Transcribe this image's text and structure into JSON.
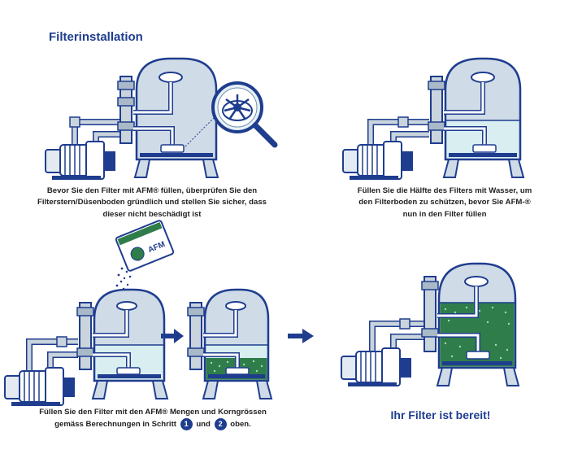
{
  "title": "Filterinstallation",
  "steps": [
    {
      "lines": [
        "Bevor Sie den Filter mit AFM® füllen, überprüfen Sie den",
        "Filterstern/Düsenboden gründlich und stellen Sie sicher, dass",
        "dieser nicht beschädigt ist"
      ]
    },
    {
      "lines": [
        "Füllen Sie die Hälfte des Filters mit Wasser, um",
        "den Filterboden zu schützen, bevor Sie AFM-®",
        "nun in den Filter füllen"
      ]
    },
    {
      "line1": "Füllen Sie den Filter mit den AFM® Mengen und Korngrössen",
      "line2_a": "gemäss Berechnungen in Schritt",
      "step_a": "1",
      "line2_b": "und",
      "step_b": "2",
      "line2_c": "oben."
    }
  ],
  "final_text": "Ihr Filter ist bereit!",
  "bag_label": "AFM",
  "colors": {
    "title": "#1f3d8f",
    "outline": "#1f3d8f",
    "tank": "#cfdbe6",
    "water": "#d8eef0",
    "media": "#2f7d4a",
    "pipe": "#c9d4dd"
  }
}
